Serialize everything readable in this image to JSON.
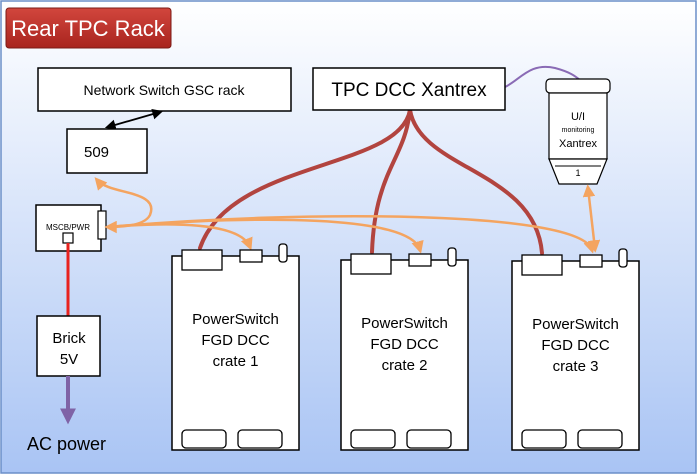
{
  "title": "Rear TPC Rack",
  "nodes": {
    "network_switch": "Network Switch GSC rack",
    "tpc_dcc": "TPC DCC Xantrex",
    "box_509": "509",
    "mscb": "MSCB/PWR",
    "brick": {
      "line1": "Brick",
      "line2": "5V"
    },
    "ac_power": "AC power",
    "xantrex_monitor": {
      "line1": "U/I",
      "line2": "monitoring",
      "line3": "Xantrex",
      "line4": "1"
    },
    "crates": [
      {
        "line1": "PowerSwitch",
        "line2": "FGD DCC",
        "line3": "crate 1"
      },
      {
        "line1": "PowerSwitch",
        "line2": "FGD DCC",
        "line3": "crate 2"
      },
      {
        "line1": "PowerSwitch",
        "line2": "FGD DCC",
        "line3": "crate 3"
      }
    ]
  },
  "colors": {
    "background_top": "#ffffff",
    "background_bottom": "#a9c4f4",
    "title_fill": "#c0302a",
    "power_line": "#b2443f",
    "signal_arrow": "#f4a460",
    "network_link": "#8a6bb5",
    "brick_line": "#e8221f",
    "ac_arrow": "#7f63a6"
  }
}
